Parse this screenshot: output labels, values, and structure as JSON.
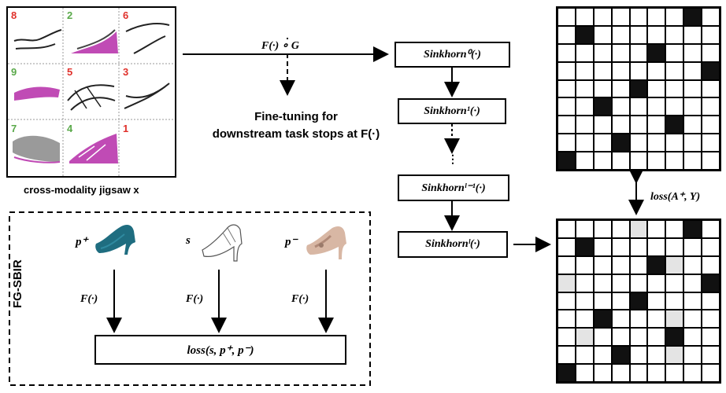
{
  "jigsaw": {
    "caption": "cross-modality jigsaw x",
    "tiles": [
      {
        "num": "8",
        "color": "#e0312b"
      },
      {
        "num": "2",
        "color": "#5aa94a"
      },
      {
        "num": "6",
        "color": "#e0312b"
      },
      {
        "num": "9",
        "color": "#5aa94a"
      },
      {
        "num": "5",
        "color": "#e0312b"
      },
      {
        "num": "3",
        "color": "#e0312b"
      },
      {
        "num": "7",
        "color": "#5aa94a"
      },
      {
        "num": "4",
        "color": "#5aa94a"
      },
      {
        "num": "1",
        "color": "#e0312b"
      }
    ]
  },
  "arrow_label": "F(·) ∘ G",
  "finetune": {
    "line1": "Fine-tuning for",
    "line2": "downstream task stops at F(·)"
  },
  "sinkhorn": {
    "s0": "Sinkhorn⁰(·)",
    "s1": "Sinkhorn¹(·)",
    "dots": "⋮",
    "sl1": "Sinkhornˡ⁻¹(·)",
    "sl": "Sinkhornˡ(·)"
  },
  "loss_ay": "loss(A⁺, Y)",
  "fgsbir": {
    "title": "FG-SBIR",
    "p_plus": "p⁺",
    "s": "s",
    "p_minus": "p⁻",
    "f1": "F(·)",
    "f2": "F(·)",
    "f3": "F(·)",
    "loss": "loss(s, p⁺, p⁻)"
  },
  "colors": {
    "red": "#e0312b",
    "green": "#5aa94a",
    "pink": "#c04bb5"
  }
}
